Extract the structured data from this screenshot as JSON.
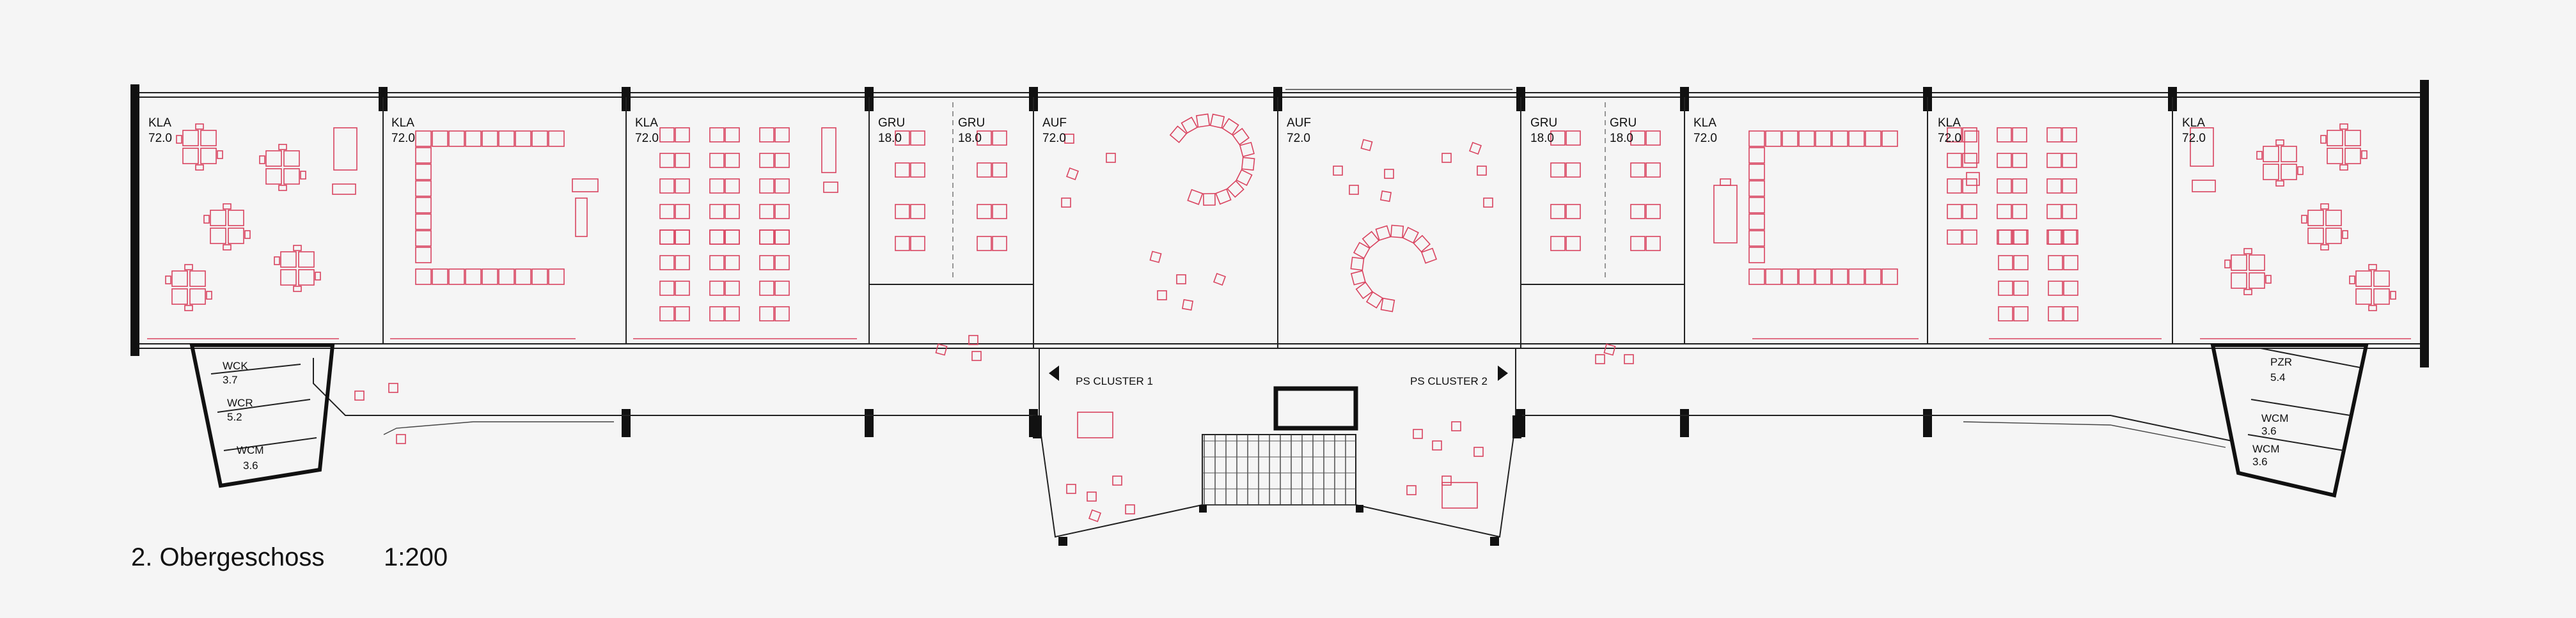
{
  "caption": {
    "floor": "2. Obergeschoss",
    "scale": "1:200"
  },
  "clusters": {
    "left": "PS CLUSTER 1",
    "right": "PS CLUSTER 2"
  },
  "rooms": [
    {
      "code": "KLA",
      "area": "72.0"
    },
    {
      "code": "KLA",
      "area": "72.0"
    },
    {
      "code": "KLA",
      "area": "72.0"
    },
    {
      "code": "GRU",
      "area": "18.0"
    },
    {
      "code": "GRU",
      "area": "18.0"
    },
    {
      "code": "AUF",
      "area": "72.0"
    },
    {
      "code": "AUF",
      "area": "72.0"
    },
    {
      "code": "GRU",
      "area": "18.0"
    },
    {
      "code": "GRU",
      "area": "18.0"
    },
    {
      "code": "KLA",
      "area": "72.0"
    },
    {
      "code": "KLA",
      "area": "72.0"
    },
    {
      "code": "KLA",
      "area": "72.0"
    }
  ],
  "wet_rooms": [
    {
      "code": "WCK",
      "area": "3.7"
    },
    {
      "code": "WCR",
      "area": "5.2"
    },
    {
      "code": "WCM",
      "area": "3.6"
    },
    {
      "code": "PZR",
      "area": "5.4"
    },
    {
      "code": "WCM",
      "area": "3.6"
    },
    {
      "code": "WCM",
      "area": "3.6"
    }
  ],
  "colors": {
    "furniture": "#d9435f",
    "walls": "#111111",
    "background": "#f5f5f5"
  }
}
